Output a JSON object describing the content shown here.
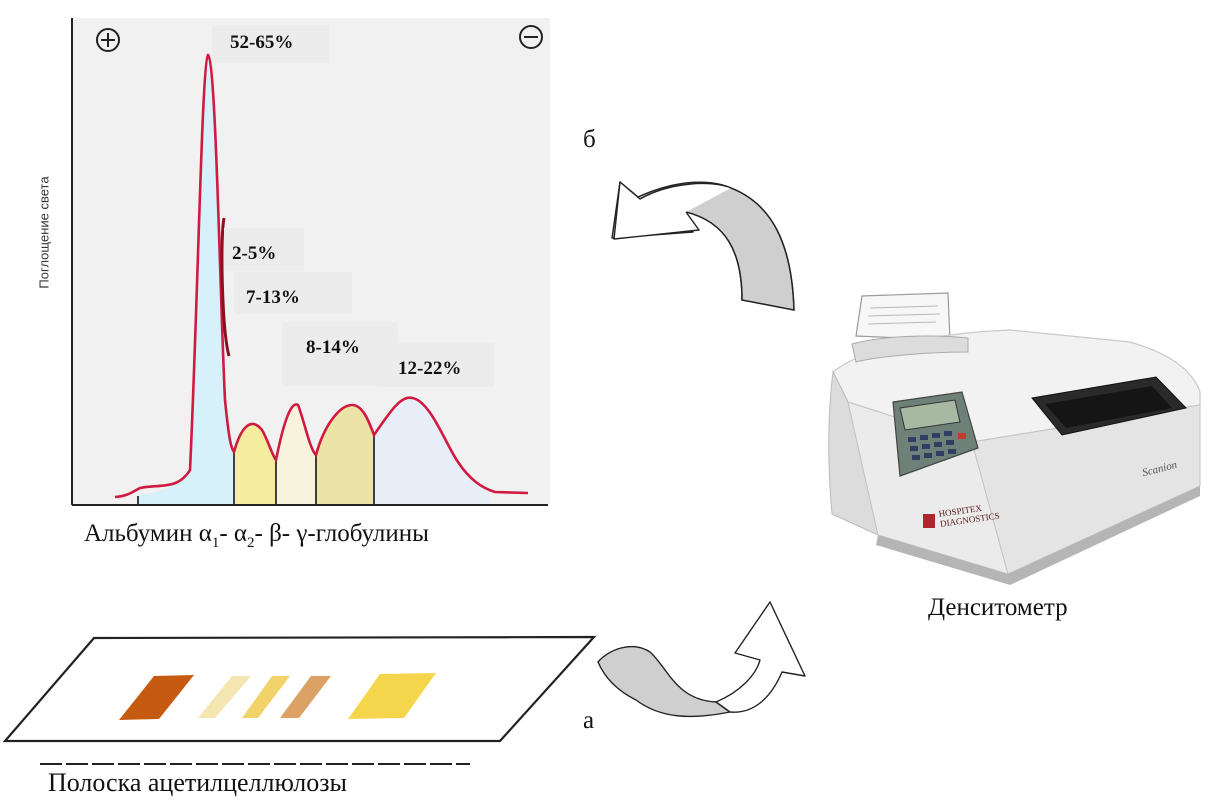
{
  "electrophoregram": {
    "y_axis_label": "Поглощение света",
    "plus_symbol": "+",
    "minus_symbol": "−",
    "fractions": [
      {
        "name": "albumin",
        "percent": "52-65%"
      },
      {
        "name": "alpha1",
        "percent": "2-5%"
      },
      {
        "name": "alpha2",
        "percent": "7-13%"
      },
      {
        "name": "beta",
        "percent": "8-14%"
      },
      {
        "name": "gamma",
        "percent": "12-22%"
      }
    ],
    "fraction_colors": [
      "#d6f1f9",
      "#f4eda0",
      "#f8f3dc",
      "#ece3a6",
      "#e8eef8"
    ],
    "curve_color": "#d11a42"
  },
  "x_caption": {
    "albumin": "Альбумин",
    "alpha": "α",
    "sub1": "1",
    "dash1": "- ",
    "sub2": "2",
    "rest": "- β-  γ-глобулины"
  },
  "densitometer_label": "Денситометр",
  "device_brand": "HOSPITEX DIAGNOSTICS",
  "device_model": "Scanion",
  "strip_label": "Полоска ацетилцеллюлозы",
  "arrow_labels": {
    "a": "а",
    "b": "б"
  }
}
